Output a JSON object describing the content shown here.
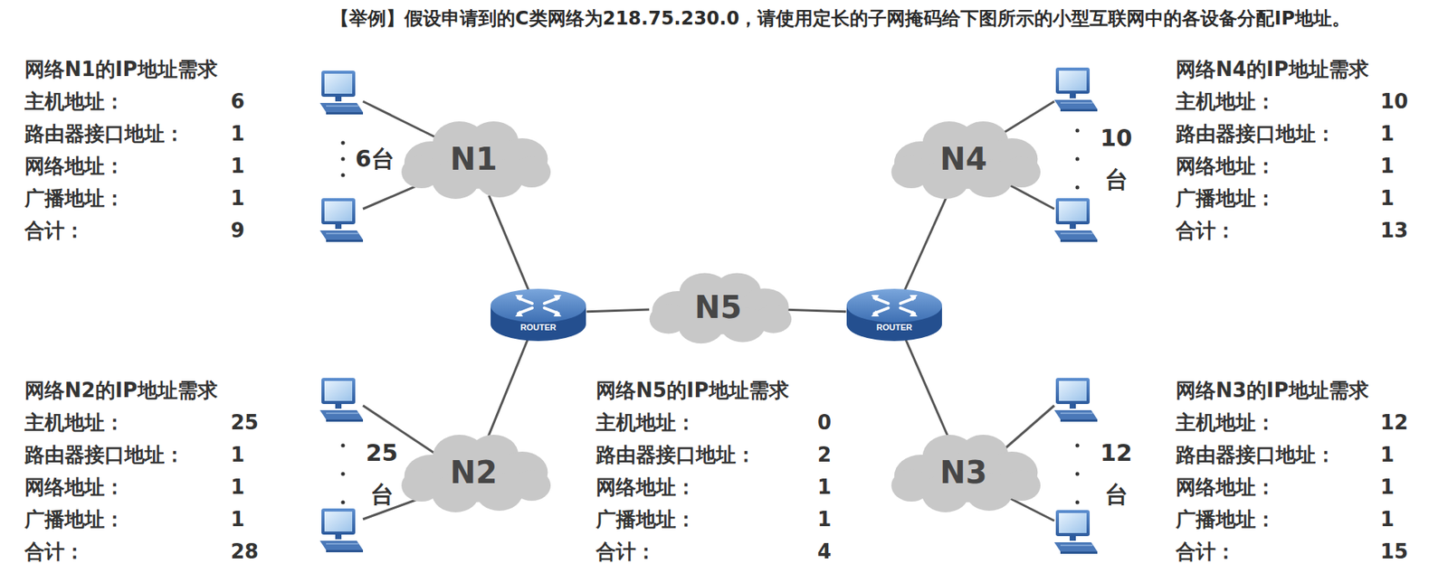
{
  "diagram": {
    "title": "【举例】假设申请到的C类网络为218.75.230.0，请使用定长的子网掩码给下图所示的小型互联网中的各设备分配IP地址。",
    "nodes": [
      {
        "text": [
          "N1"
        ]
      },
      {
        "text": [
          "N4"
        ]
      },
      {
        "text": [
          "ROUTER"
        ]
      },
      {
        "text": [
          "N5"
        ]
      },
      {
        "text": [
          "ROUTER"
        ]
      },
      {
        "text": [
          "N2"
        ]
      },
      {
        "text": [
          "N3"
        ]
      }
    ],
    "edges": [
      {
        "from": 0,
        "to": 2,
        "arrow": "none"
      },
      {
        "from": 5,
        "to": 2,
        "arrow": "none"
      },
      {
        "from": 2,
        "to": 3,
        "arrow": "none"
      },
      {
        "from": 3,
        "to": 4,
        "arrow": "none"
      },
      {
        "from": 4,
        "to": 1,
        "arrow": "none"
      },
      {
        "from": 4,
        "to": 6,
        "arrow": "none"
      }
    ],
    "labels": [
      "网络N1的IP地址需求",
      "主机地址：",
      "6",
      "路由器接口地址：",
      "1",
      "网络地址：",
      "1",
      "广播地址：",
      "1",
      "合计：",
      "9",
      "网络N4的IP地址需求",
      "主机地址：",
      "10",
      "路由器接口地址：",
      "1",
      "网络地址：",
      "1",
      "广播地址：",
      "1",
      "合计：",
      "13",
      "网络N2的IP地址需求",
      "主机地址：",
      "25",
      "路由器接口地址：",
      "1",
      "网络地址：",
      "1",
      "广播地址：",
      "1",
      "合计：",
      "28",
      "网络N5的IP地址需求",
      "主机地址：",
      "0",
      "路由器接口地址：",
      "2",
      "网络地址：",
      "1",
      "广播地址：",
      "1",
      "合计：",
      "4",
      "网络N3的IP地址需求",
      "主机地址：",
      "12",
      "路由器接口地址：",
      "1",
      "网络地址：",
      "1",
      "广播地址：",
      "1",
      "合计：",
      "15",
      "6台",
      "10 台",
      "25 台",
      "12 台"
    ]
  }
}
